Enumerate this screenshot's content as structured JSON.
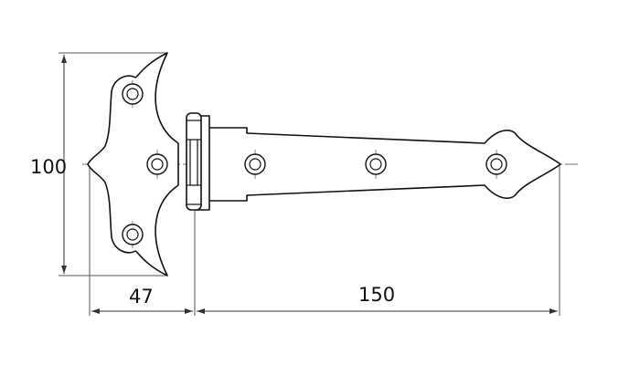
{
  "dimensions": {
    "height": "100",
    "left_width": "47",
    "right_width": "150"
  }
}
